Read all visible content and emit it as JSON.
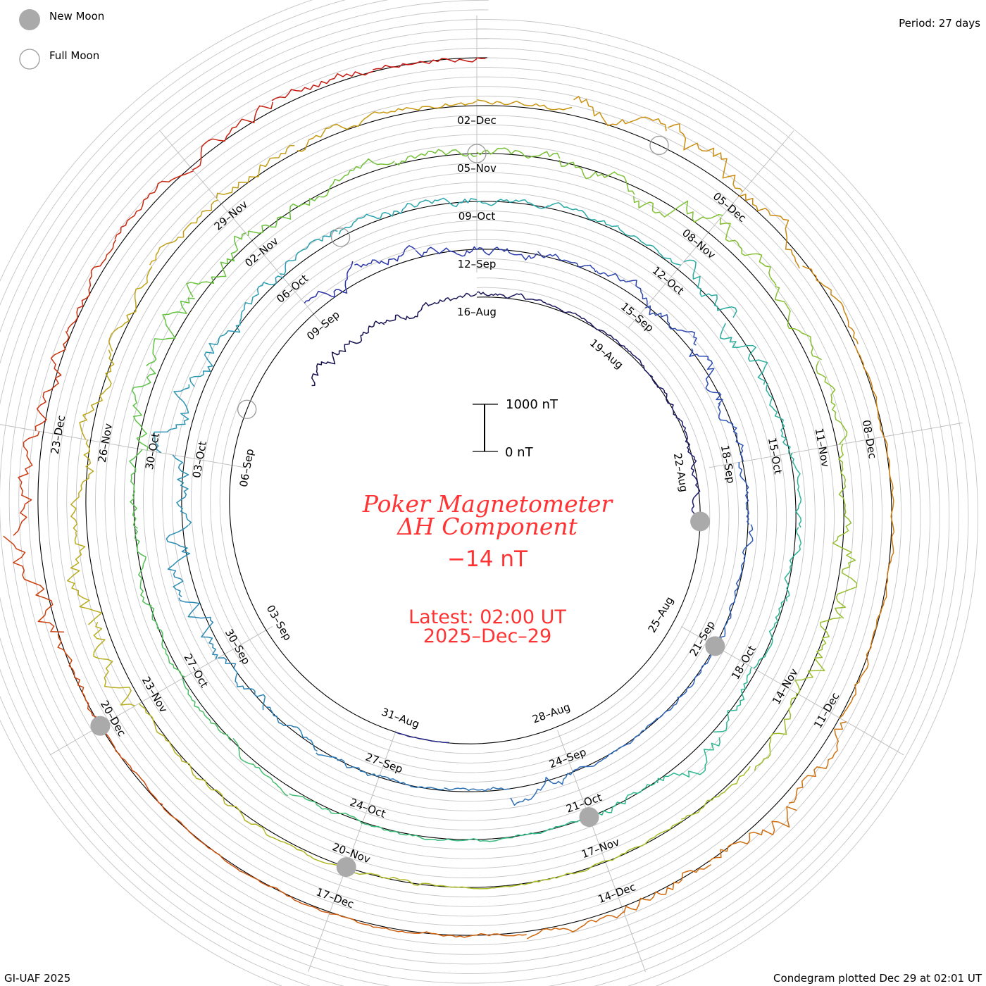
{
  "legend": {
    "new_moon": "New Moon",
    "full_moon": "Full Moon"
  },
  "period": "Period: 27 days",
  "footer_left": "GI-UAF 2025",
  "footer_right": "Condegram plotted Dec 29 at 02:01 UT",
  "scale": {
    "top": "1000 nT",
    "bottom": "0 nT"
  },
  "title": {
    "line1": "Poker Magnetometer",
    "line2": "ΔH Component",
    "current_value": "−14 nT",
    "latest": "Latest: 02:00 UT",
    "date": "2025–Dec–29"
  },
  "colors": {
    "title": "#ff3333",
    "baseline": "#000000",
    "grid": "#bbbbbb",
    "moon": "#aaaaaa"
  },
  "chart_data": {
    "type": "line",
    "subtype": "condegram-spiral",
    "title": "Poker Magnetometer ΔH Component",
    "period_days": 27,
    "spiral_start_date": "2025-08-16",
    "series_start_date": "2025-08-12",
    "units": "nT",
    "daily_mean_nT": [
      0,
      0,
      0,
      0,
      50,
      50,
      50,
      30,
      0,
      -50,
      -80,
      null,
      null,
      null,
      null,
      null,
      null,
      null,
      0,
      null,
      null,
      null,
      null,
      null,
      null,
      null,
      null,
      null,
      150,
      150,
      100,
      50,
      50,
      80,
      100,
      50,
      0,
      -30,
      0,
      -20,
      -30,
      0,
      0,
      50,
      0,
      0,
      30,
      50,
      80,
      150,
      200,
      150,
      200,
      100,
      100,
      150,
      100,
      50,
      50,
      50,
      50,
      100,
      50,
      0,
      50,
      50,
      30,
      50,
      100,
      50,
      0,
      0,
      0,
      30,
      50,
      80,
      50,
      50,
      50,
      100,
      150,
      150,
      100,
      50,
      50,
      50,
      50,
      100,
      150,
      100,
      100,
      100,
      150,
      100,
      50,
      20,
      20,
      0,
      0,
      20,
      30,
      50,
      50,
      150,
      200,
      150,
      100,
      100,
      100,
      100,
      50,
      50,
      50,
      100,
      150,
      100,
      50,
      0,
      0,
      0,
      20,
      100,
      150,
      100,
      50,
      0,
      0,
      0,
      0,
      0,
      100,
      200,
      200,
      150,
      100,
      50,
      100,
      100,
      50,
      0
    ],
    "daily_range_nT": [
      400,
      300,
      300,
      200,
      150,
      100,
      80,
      100,
      150,
      200,
      200,
      0,
      0,
      0,
      0,
      0,
      0,
      0,
      30,
      0,
      0,
      0,
      0,
      0,
      0,
      0,
      0,
      0,
      400,
      300,
      300,
      300,
      200,
      300,
      400,
      500,
      300,
      200,
      200,
      150,
      150,
      100,
      100,
      400,
      150,
      100,
      200,
      200,
      400,
      600,
      700,
      500,
      700,
      500,
      400,
      300,
      300,
      300,
      200,
      200,
      150,
      500,
      600,
      300,
      200,
      200,
      200,
      300,
      500,
      300,
      100,
      100,
      100,
      150,
      200,
      200,
      200,
      300,
      300,
      500,
      600,
      600,
      400,
      300,
      300,
      300,
      500,
      700,
      500,
      400,
      300,
      400,
      700,
      600,
      400,
      200,
      100,
      100,
      50,
      150,
      100,
      200,
      150,
      700,
      700,
      500,
      400,
      300,
      300,
      300,
      300,
      200,
      200,
      500,
      700,
      500,
      200,
      100,
      100,
      100,
      200,
      500,
      700,
      400,
      200,
      100,
      100,
      100,
      80,
      100,
      400,
      800,
      700,
      500,
      300,
      300,
      400,
      300,
      200,
      100
    ],
    "date_labels": [
      "16–Aug",
      "19–Aug",
      "22–Aug",
      "25–Aug",
      "28–Aug",
      "31–Aug",
      "03–Sep",
      "06–Sep",
      "09–Sep",
      "12–Sep",
      "15–Sep",
      "18–Sep",
      "21–Sep",
      "24–Sep",
      "27–Sep",
      "30–Sep",
      "03–Oct",
      "06–Oct",
      "09–Oct",
      "12–Oct",
      "15–Oct",
      "18–Oct",
      "21–Oct",
      "24–Oct",
      "27–Oct",
      "30–Oct",
      "02–Nov",
      "05–Nov",
      "08–Nov",
      "11–Nov",
      "14–Nov",
      "17–Nov",
      "20–Nov",
      "23–Nov",
      "26–Nov",
      "29–Nov",
      "02–Dec",
      "05–Dec",
      "08–Dec",
      "11–Dec",
      "14–Dec",
      "17–Dec",
      "20–Dec",
      "23–Dec"
    ],
    "new_moon_days_after_start": [
      7,
      36,
      66,
      96,
      126
    ],
    "full_moon_days_after_start": [
      22,
      52,
      81,
      110
    ],
    "scale_bar_nT": 1000,
    "latest_value_nT": -14
  }
}
